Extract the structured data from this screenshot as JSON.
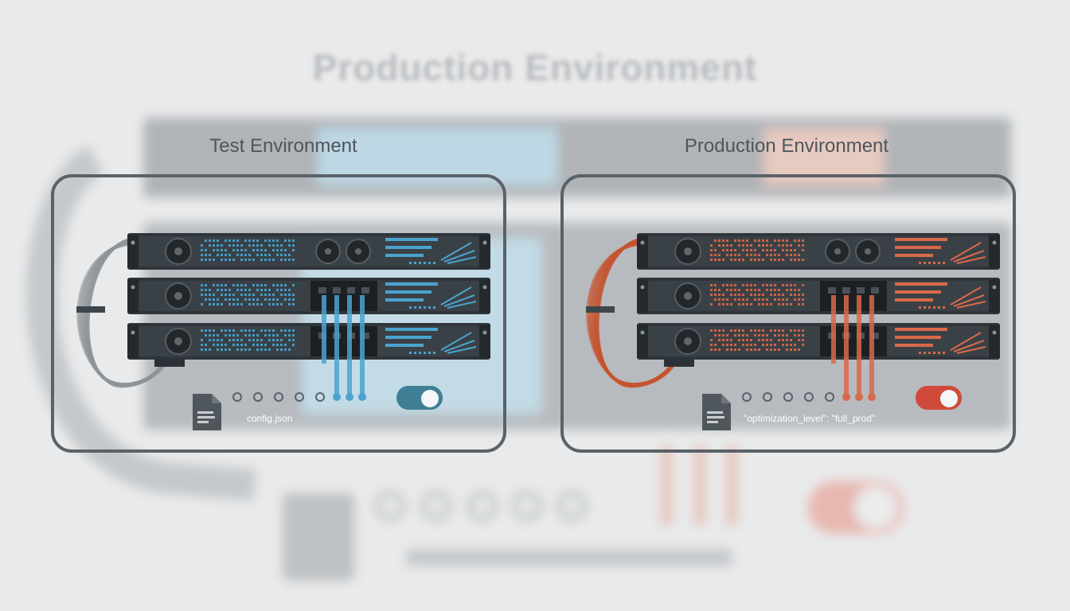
{
  "background": {
    "title": "Production Environment"
  },
  "panels": [
    {
      "heading": "Test Environment",
      "config_text": "config.json",
      "accent_color": "#4aa3cf",
      "cable_color": "#8d9499",
      "toggle_color": "#3f7f96",
      "toggle_on": true
    },
    {
      "heading": "Production Environment",
      "config_text": "\"optimization_level\": \"full_prod\"",
      "accent_color": "#d9694a",
      "cable_color": "#c4542f",
      "toggle_color": "#cf4a3a",
      "toggle_on": true
    }
  ],
  "icons": {
    "file": "file-icon",
    "fan": "fan-icon",
    "toggle": "toggle-icon"
  }
}
